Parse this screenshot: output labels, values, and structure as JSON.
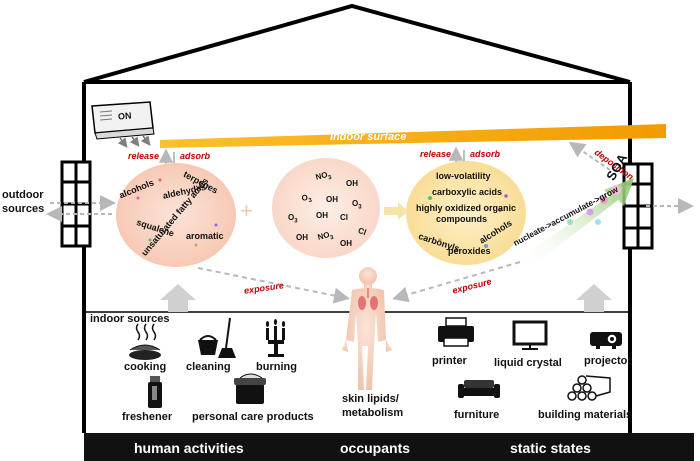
{
  "surface_label": "indoor surface",
  "ac_label": "ON",
  "outdoor_sources": [
    "outdoor",
    "sources"
  ],
  "release_left": "release",
  "adsorb_left": "adsorb",
  "release_right": "release",
  "adsorb_right": "adsorb",
  "deposition": "deposition",
  "exposure_left": "exposure",
  "exposure_right": "exposure",
  "plus_sign": "+",
  "soa_label": "SOA",
  "growth_label": "nucleate->accumulate->grow",
  "circle_left": [
    "alcohols",
    "terpenes",
    "aldehydes",
    "squalene",
    "unsaturated fatty acids",
    "aromatic"
  ],
  "circle_middle": {
    "no3": [
      "NO",
      "3"
    ],
    "oh": "OH",
    "o3": [
      "O",
      "3"
    ],
    "cl": "Cl"
  },
  "circle_right": [
    "low-volatility",
    "carboxylic acids",
    "highly oxidized organic",
    "compounds",
    "carbonyls",
    "alcohols",
    "peroxides"
  ],
  "indoor_sources_title": "indoor sources",
  "sources": {
    "cooking": "cooking",
    "cleaning": "cleaning",
    "burning": "burning",
    "freshener": "freshener",
    "personal_care": "personal care products"
  },
  "occupant_label": [
    "skin lipids/",
    "metabolism"
  ],
  "static": {
    "printer": "printer",
    "liquid_crystal": "liquid crystal",
    "projector": "projector",
    "furniture": "furniture",
    "building_materials": "building materials"
  },
  "bottom_bar": {
    "human": "human activities",
    "occupants": "occupants",
    "static": "static states"
  },
  "colors": {
    "surface": "#f5a800",
    "left_circle": "#f9d5c5",
    "right_circle": "#fbe5b0",
    "annotation": "#c00000",
    "arrow_grey": "#bfbfbf",
    "soa_green": "#9fcf7a"
  }
}
